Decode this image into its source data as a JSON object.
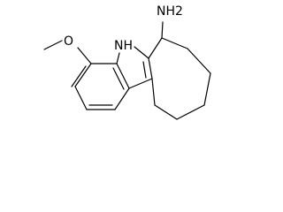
{
  "molecule": {
    "labels": {
      "amine": "NH2",
      "ring_nh": "NH",
      "ether_oxygen": "O"
    }
  }
}
